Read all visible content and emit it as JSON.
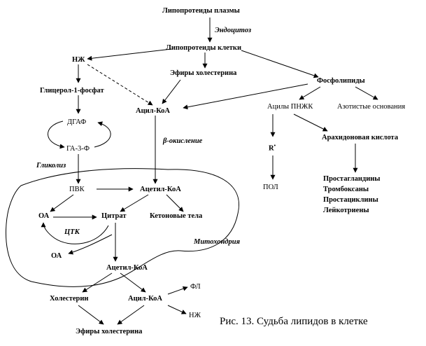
{
  "nodes": {
    "lp_plasma": "Липопротеиды плазмы",
    "endocytosis": "Эндоцитоз",
    "lp_cell": "Липопротеиды клетки",
    "nzh_top": "НЖ",
    "cholesterol_esters_top": "Эфиры холестерина",
    "phospholipids": "Фосфолипиды",
    "glycerol_1_phosphate": "Глицерол-1-фосфат",
    "acyl_coa_mid": "Ацил-КоА",
    "acyls_pnzhk": "Ацилы ПНЖК",
    "nitrogen_bases": "Азотистые основания",
    "dgaf": "ДГАФ",
    "r_radical": "R",
    "r_radical_dot": "•",
    "arachidonic_acid": "Арахидоновая кислота",
    "beta_oxidation": "β-окисление",
    "ga_3_f": "ГА-3-Ф",
    "glycolysis": "Гликолиз",
    "prostaglandins": "Простагландины",
    "thromboxanes": "Тромбоксаны",
    "prostacyclins": "Простациклины",
    "leukotrienes": "Лейкотриены",
    "pvk": "ПВК",
    "acetyl_coa_mito": "Ацетил-КоА",
    "pol": "ПОЛ",
    "oa_left": "ОА",
    "citrate": "Цитрат",
    "ketone_bodies": "Кетоновые тела",
    "tca": "ЦТК",
    "mitochondrion": "Митохондрия",
    "oa_bottom": "ОА",
    "acetyl_coa_cyto": "Ацетил-КоА",
    "fl": "ФЛ",
    "cholesterol": "Холестерин",
    "acyl_coa_bottom": "Ацил-КоА",
    "nzh_bottom": "НЖ",
    "cholesterol_esters_bottom": "Эфиры холестерина"
  },
  "caption": "Рис. 13. Судьба липидов в клетке"
}
